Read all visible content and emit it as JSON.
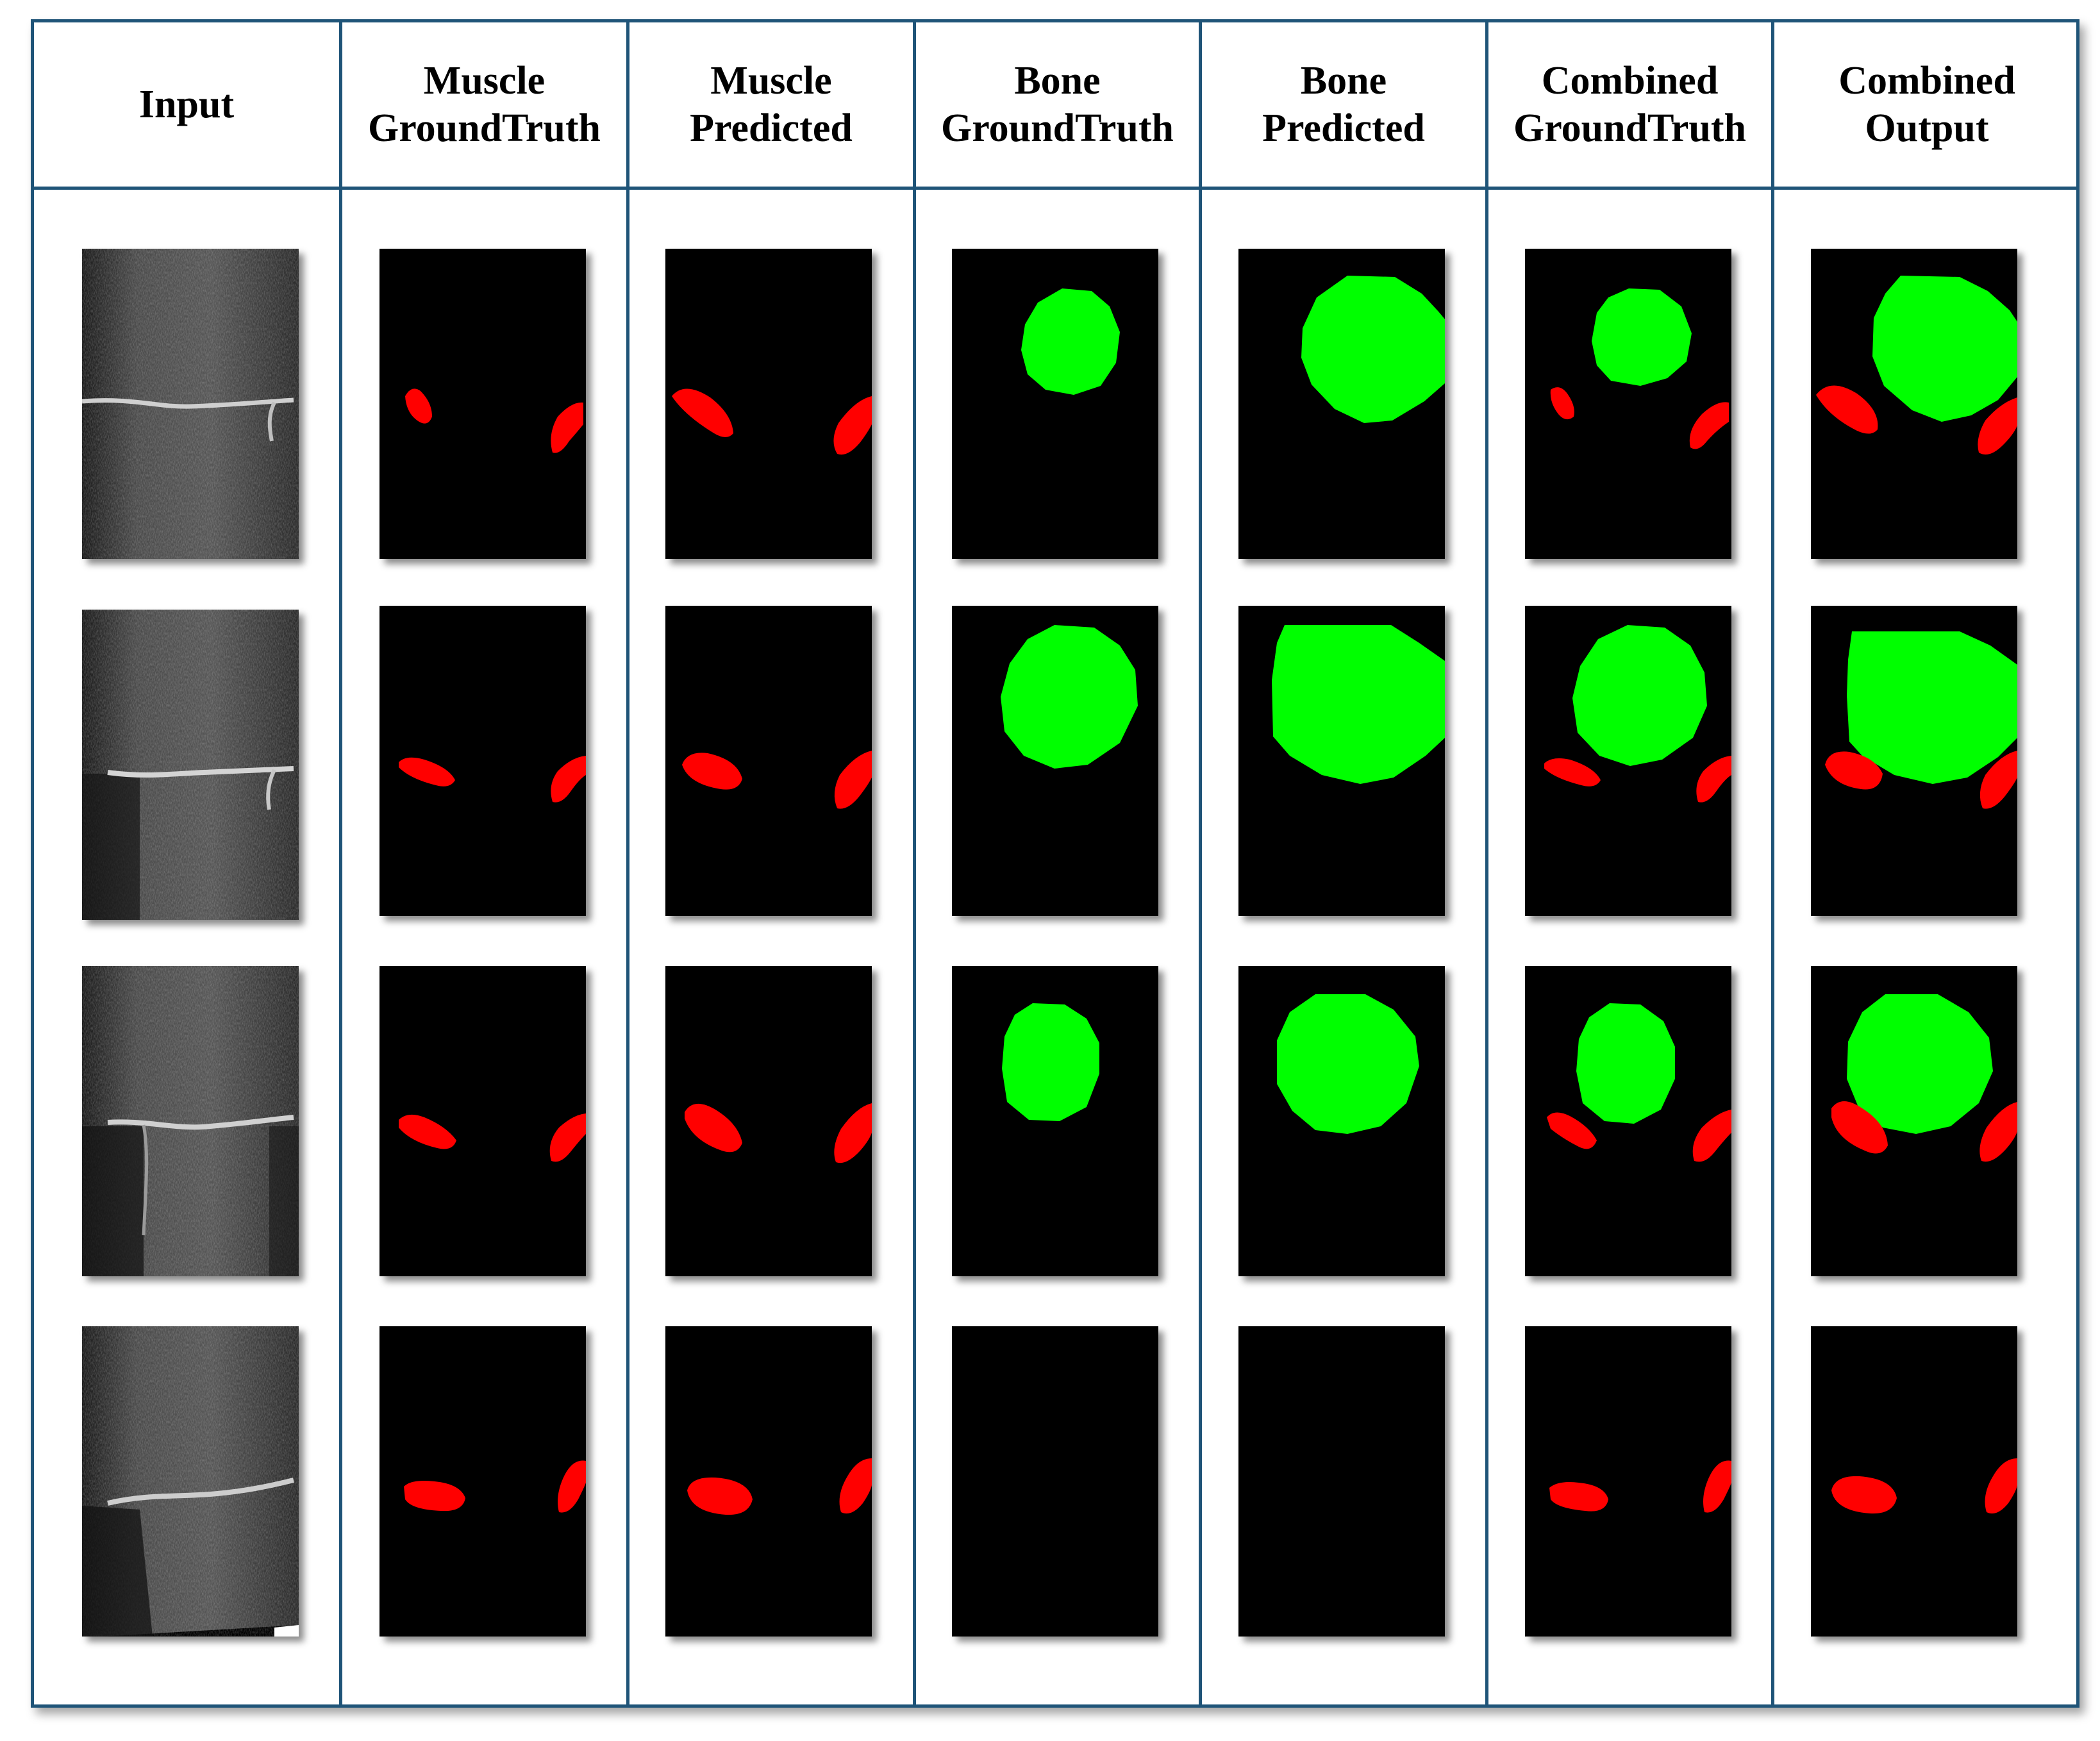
{
  "headers": [
    "Input",
    "Muscle\nGroundTruth",
    "Muscle\nPredicted",
    "Bone\nGroundTruth",
    "Bone\nPredicted",
    "Combined\nGroundTruth",
    "Combined\nOutput"
  ],
  "colors": {
    "border": "#1f5478",
    "muscle": "#ff0000",
    "bone": "#00ff00",
    "background": "#000000"
  },
  "rows": [
    {
      "bone_present": true
    },
    {
      "bone_present": true
    },
    {
      "bone_present": true
    },
    {
      "bone_present": false
    }
  ]
}
